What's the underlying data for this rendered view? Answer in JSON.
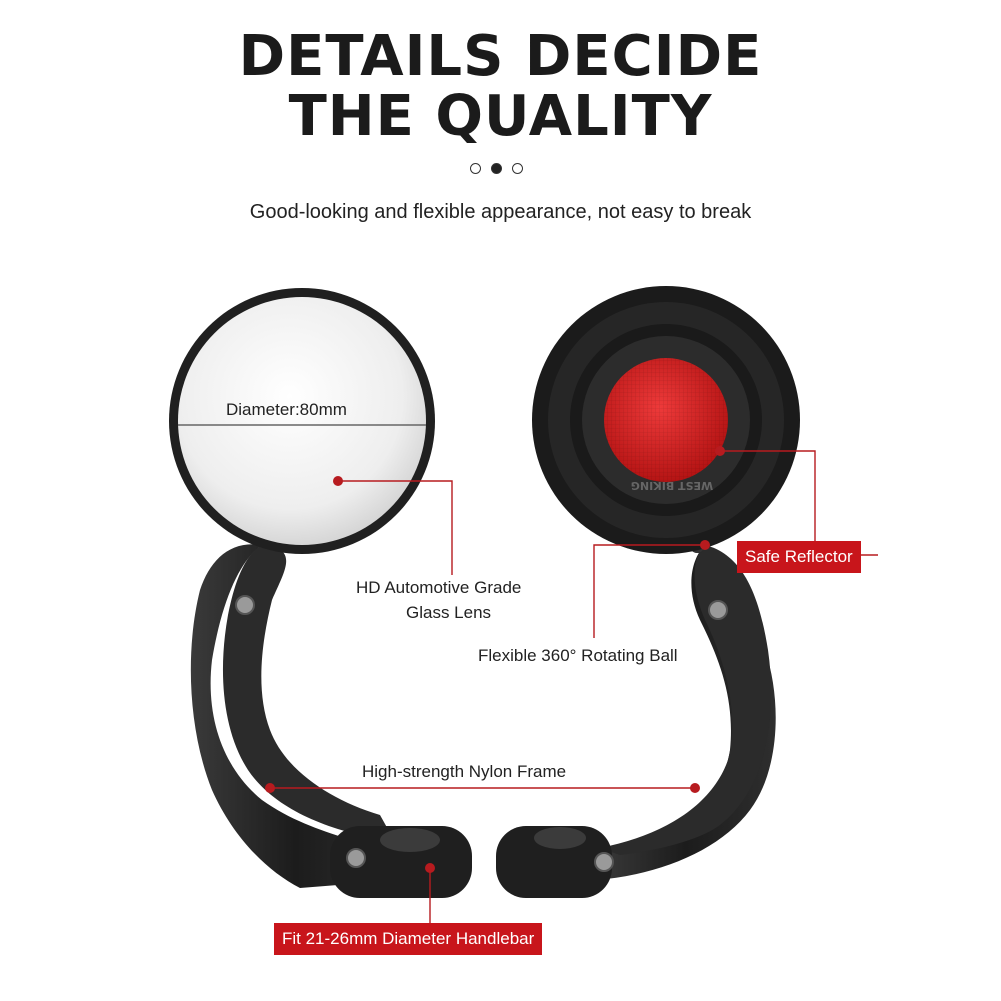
{
  "header": {
    "title_line1": "DETAILS DECIDE",
    "title_line2": "THE QUALITY",
    "subtitle": "Good-looking and flexible appearance, not easy to break",
    "carousel": {
      "count": 3,
      "active_index": 1
    }
  },
  "callouts": {
    "diameter": "Diameter:80mm",
    "lens_line1": "HD Automotive Grade",
    "lens_line2": "Glass Lens",
    "reflector": "Safe Reflector",
    "rotating_ball": "Flexible 360° Rotating Ball",
    "frame": "High-strength Nylon Frame",
    "handlebar": "Fit 21-26mm Diameter Handlebar"
  },
  "brand_mark": "WEST BIKING",
  "colors": {
    "accent": "#c8151b",
    "body": "#1e1e1e",
    "reflector": "#d41f1f"
  }
}
